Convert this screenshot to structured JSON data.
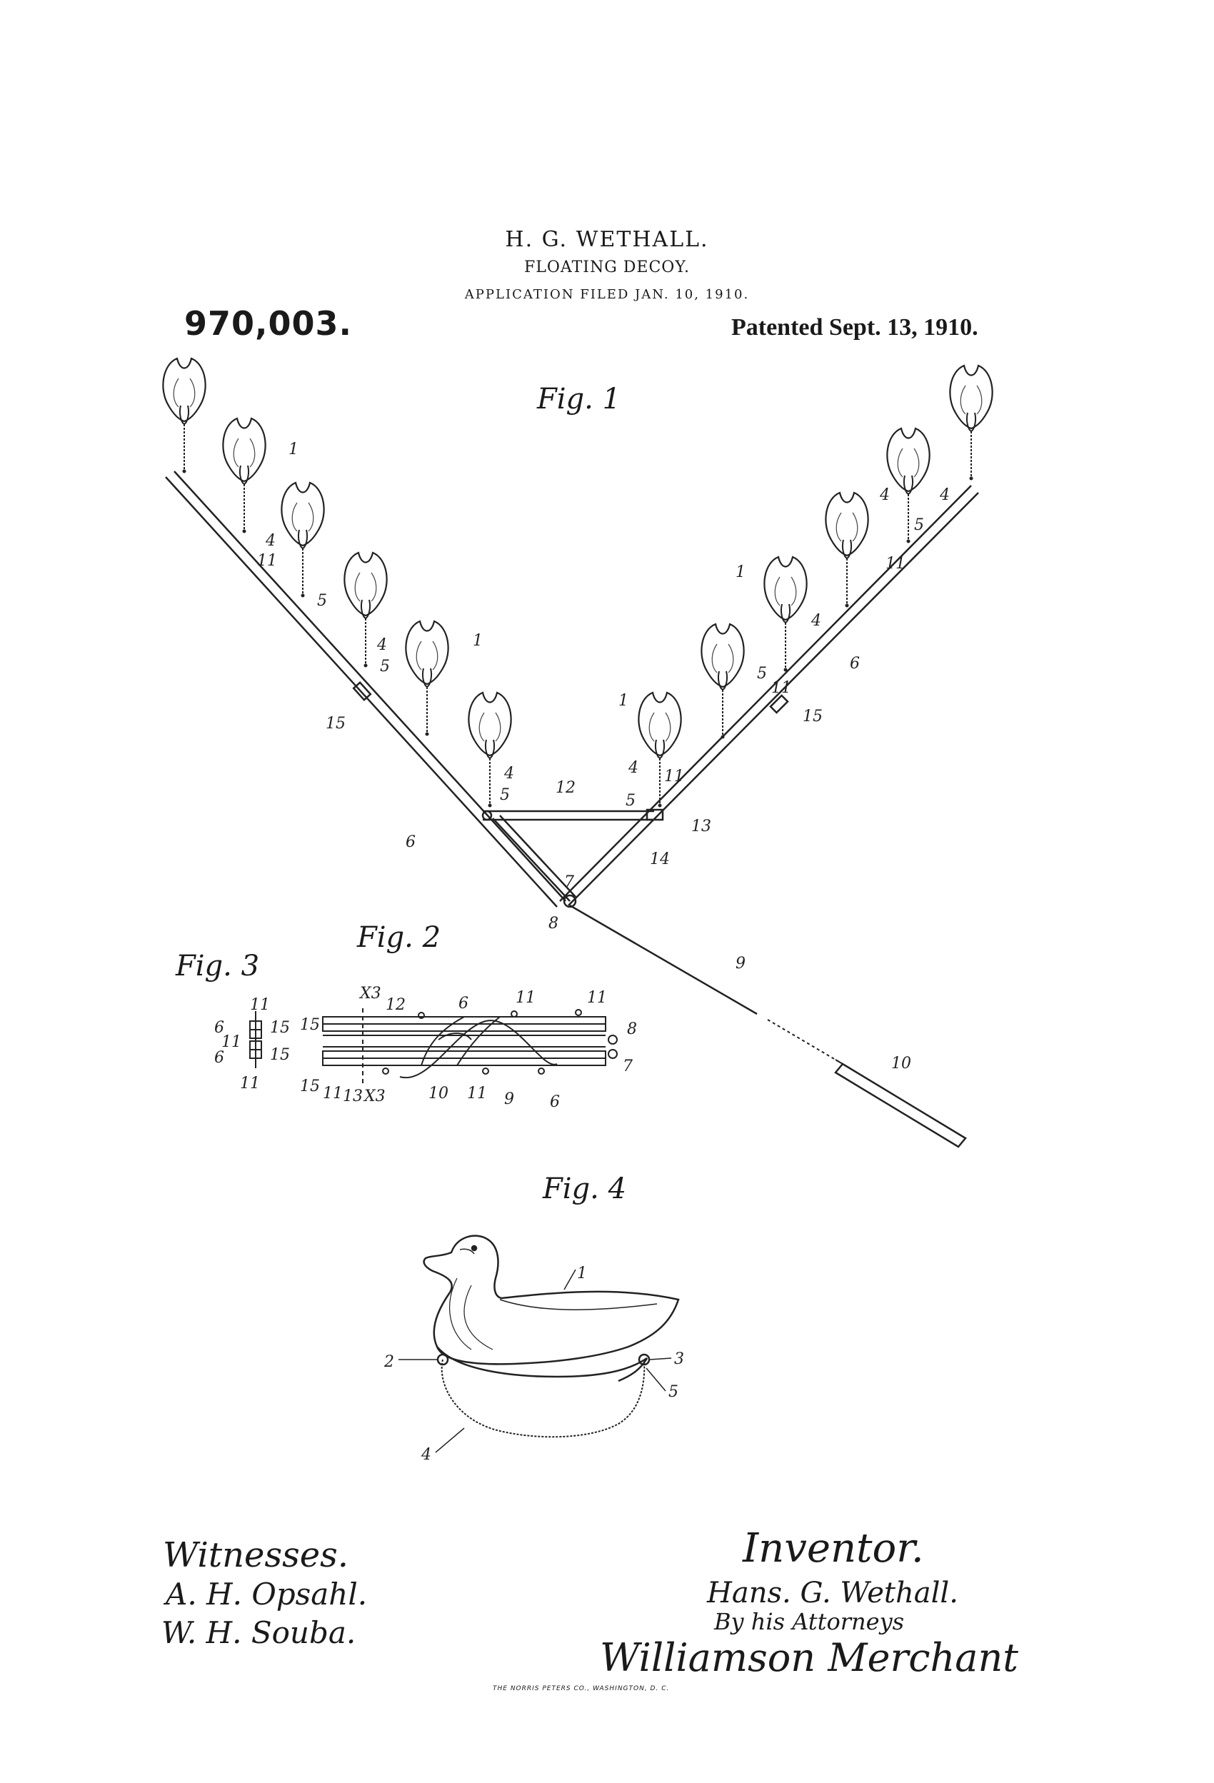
{
  "header": {
    "inventor_name": "H. G. WETHALL.",
    "title": "FLOATING DECOY.",
    "application": "APPLICATION FILED JAN. 10, 1910.",
    "patent_number": "970,003.",
    "patented": "Patented Sept. 13, 1910."
  },
  "figures": {
    "fig1": "Fig. 1",
    "fig2": "Fig. 2",
    "fig3": "Fig. 3",
    "fig4": "Fig. 4"
  },
  "signatures": {
    "witnesses_label": "Witnesses.",
    "witness1": "A. H. Opsahl.",
    "witness2": "W. H. Souba.",
    "inventor_label": "Inventor.",
    "inventor": "Hans. G. Wethall.",
    "by_attorneys": "By his Attorneys",
    "attorneys": "Williamson Merchant"
  },
  "footer": "THE NORRIS PETERS CO., WASHINGTON, D. C.",
  "ref_labels": {
    "r1": "1",
    "r2": "2",
    "r3": "3",
    "r4": "4",
    "r5": "5",
    "r6": "6",
    "r7": "7",
    "r8": "8",
    "r9": "9",
    "r10": "10",
    "r11": "11",
    "r12": "12",
    "r13": "13",
    "r14": "14",
    "r15": "15",
    "x3": "X3"
  }
}
